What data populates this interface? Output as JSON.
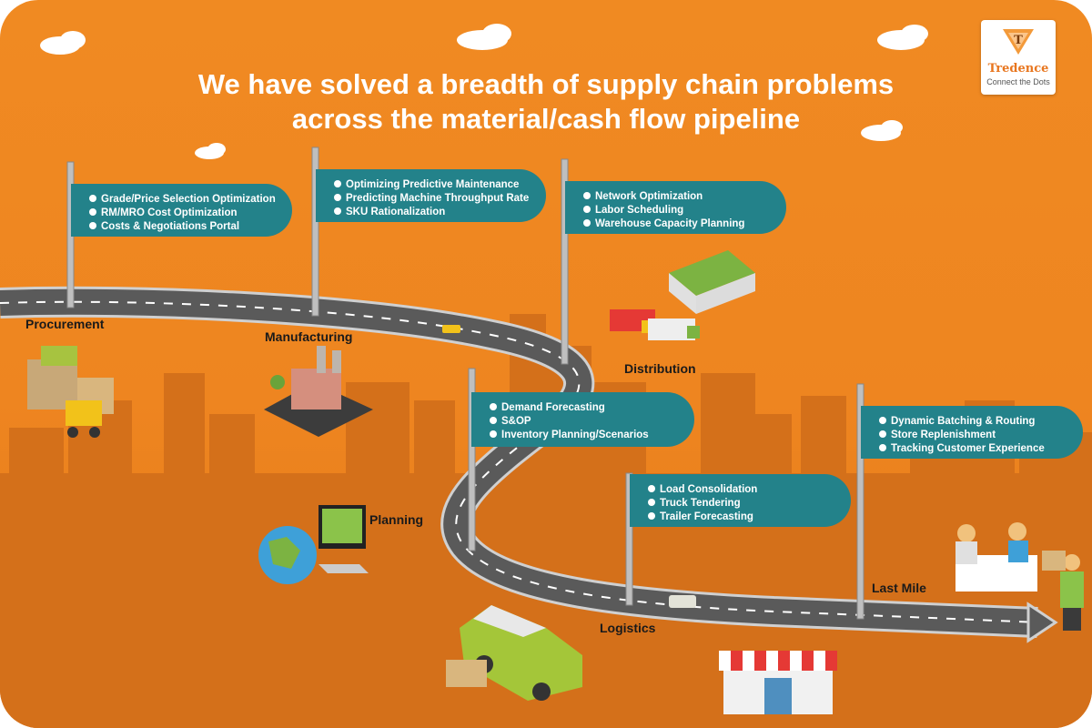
{
  "title": {
    "line1": "We have solved a breadth of  supply chain problems",
    "line2": "across the material/cash flow pipeline"
  },
  "logo": {
    "name": "Tredence",
    "tagline": "Connect the Dots",
    "letter": "T"
  },
  "stages": [
    {
      "label": "Procurement",
      "items": [
        "Grade/Price Selection Optimization",
        "RM/MRO Cost Optimization",
        "Costs & Negotiations Portal"
      ]
    },
    {
      "label": "Manufacturing",
      "items": [
        "Optimizing Predictive Maintenance",
        "Predicting Machine Throughput Rate",
        "SKU Rationalization"
      ]
    },
    {
      "label": "Distribution",
      "items": [
        "Network Optimization",
        "Labor Scheduling",
        "Warehouse Capacity Planning"
      ]
    },
    {
      "label": "Planning",
      "items": [
        "Demand Forecasting",
        "S&OP",
        "Inventory Planning/Scenarios"
      ]
    },
    {
      "label": "Logistics",
      "items": [
        "Load Consolidation",
        "Truck Tendering",
        "Trailer Forecasting"
      ]
    },
    {
      "label": "Last Mile",
      "items": [
        "Dynamic Batching & Routing",
        "Store Replenishment",
        "Tracking Customer Experience"
      ]
    }
  ],
  "colors": {
    "background": "#ef8621",
    "flag": "#23828a",
    "road": "#5a5a5a",
    "skyline": "#d4701a"
  },
  "icons": [
    "cloud-icon",
    "warehouse-icon",
    "factory-icon",
    "truck-icon",
    "globe-icon",
    "monitor-icon",
    "van-icon",
    "store-icon",
    "dining-table-icon",
    "delivery-person-icon",
    "forklift-icon",
    "boxes-icon"
  ]
}
